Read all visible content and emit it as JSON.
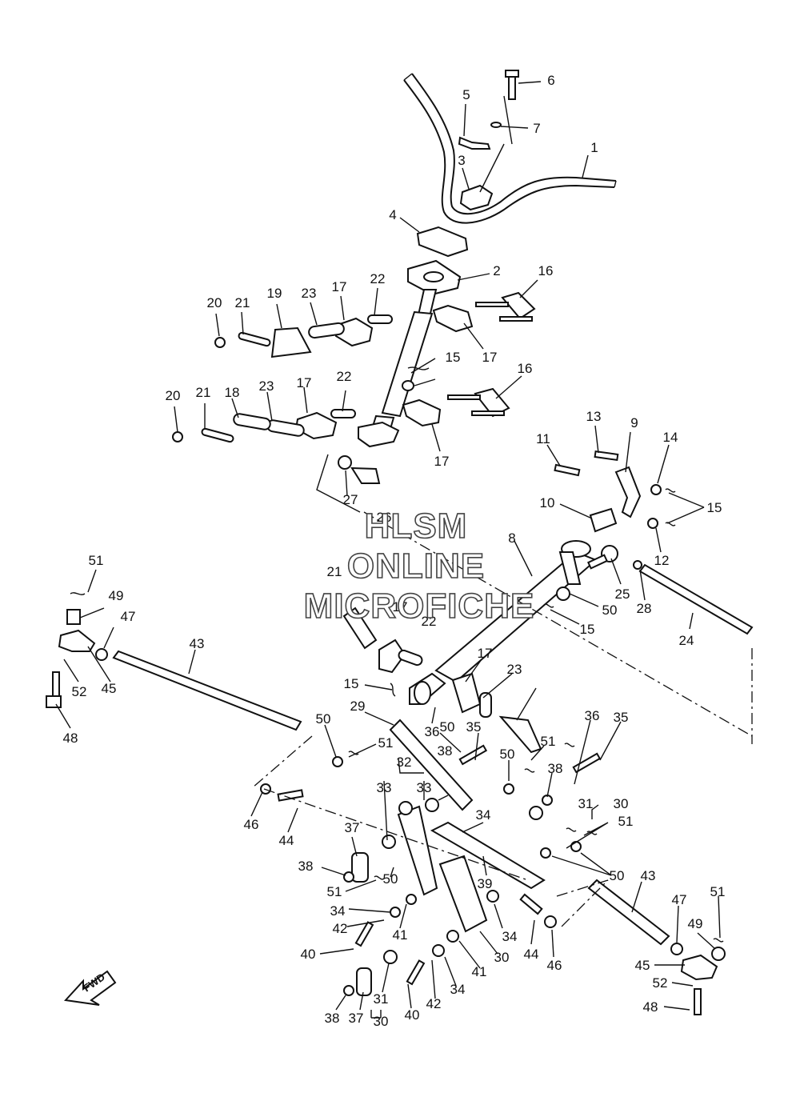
{
  "watermark": [
    "HLSM",
    "ONLINE",
    "MICROFICHE"
  ],
  "direction_arrow": "FWD",
  "labels": [
    "1",
    "2",
    "3",
    "4",
    "5",
    "6",
    "7",
    "8",
    "9",
    "10",
    "11",
    "12",
    "13",
    "14",
    "15",
    "16",
    "17",
    "18",
    "19",
    "20",
    "21",
    "22",
    "23",
    "24",
    "25",
    "26",
    "27",
    "28",
    "29",
    "30",
    "31",
    "32",
    "33",
    "34",
    "35",
    "36",
    "37",
    "38",
    "39",
    "40",
    "41",
    "42",
    "43",
    "44",
    "45",
    "46",
    "47",
    "48",
    "49",
    "50",
    "51",
    "52"
  ]
}
